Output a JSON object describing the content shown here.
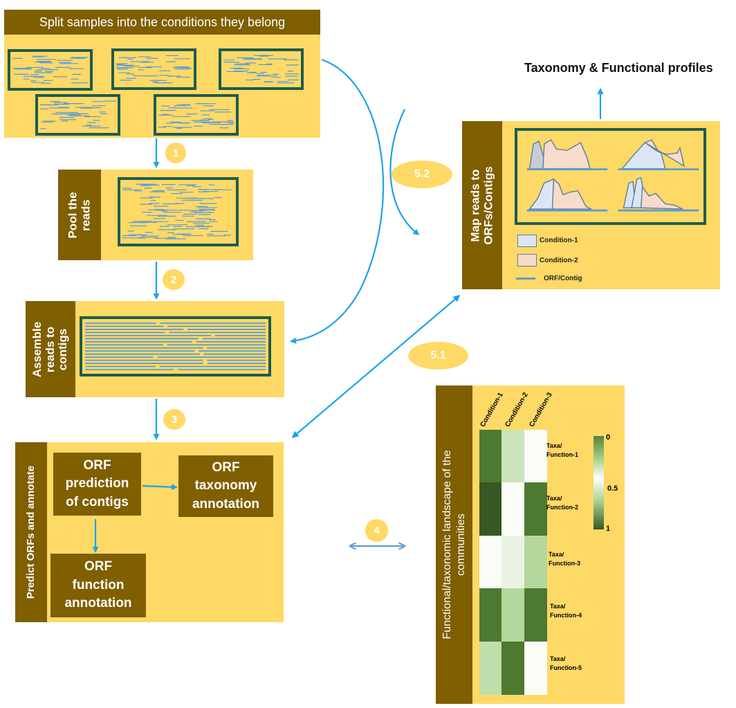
{
  "split": {
    "title": "Split samples into the conditions they belong"
  },
  "pool": {
    "label": "Pool the\nreads"
  },
  "assemble": {
    "label": "Assemble\nreads to\ncontigs"
  },
  "predict": {
    "label": "Predict ORFs and annotate",
    "orf_prediction": "ORF\nprediction\nof contigs",
    "orf_taxonomy": "ORF\ntaxonomy\nannotation",
    "orf_function": "ORF\nfunction\nannotation"
  },
  "map": {
    "label": "Map reads to\nORFs/Contigs",
    "legend": [
      "Condition-1",
      "Condition-2",
      "ORF/Contig"
    ],
    "output": "Taxonomy & Functional profiles"
  },
  "landscape": {
    "label": "Functional/taxonomic landscape of the\ncommunities",
    "columns": [
      "Condition-1",
      "Condition-2",
      "Condition-3"
    ],
    "rows": [
      "Taxa/\nFunction-1",
      "Taxa/\nFunction-2",
      "Taxa/\nFunction-3",
      "Taxa/\nFunction-4",
      "Taxa/\nFunction-5"
    ],
    "values": [
      [
        0.8,
        0.35,
        0.05
      ],
      [
        1.0,
        0.05,
        0.8
      ],
      [
        0.05,
        0.2,
        0.45
      ],
      [
        0.8,
        0.45,
        0.8
      ],
      [
        0.4,
        0.8,
        0.05
      ]
    ],
    "scale_labels": [
      "0",
      "0.5",
      "1"
    ]
  },
  "steps": [
    "1",
    "2",
    "3",
    "4",
    "5.1",
    "5.2"
  ],
  "colors": {
    "panel": "#fed966",
    "header": "#7f5f00",
    "arrow": "#1aa3e8",
    "frame": "#1e5c4e",
    "read": "#5b9bd5",
    "cond1": "#dce6f2",
    "cond2": "#f8dccb"
  }
}
